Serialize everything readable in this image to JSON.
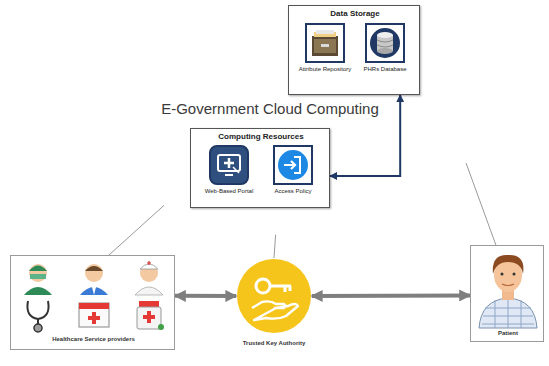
{
  "diagram": {
    "nodes": [
      {
        "text": [
          "E-Government Cloud Computing"
        ]
      },
      {
        "text": [
          "Data Storage"
        ],
        "in": 0
      },
      {
        "text": [
          "Attribute Repository"
        ],
        "in": 1
      },
      {
        "text": [
          "PHRs Database"
        ],
        "in": 1
      },
      {
        "text": [
          "Computing Resources"
        ],
        "in": 0
      },
      {
        "text": [
          "Web-Based Portal"
        ],
        "in": 4
      },
      {
        "text": [
          "Access Policy"
        ],
        "in": 4
      },
      {
        "text": [
          "Healthcare Service providers"
        ]
      },
      {
        "text": [
          "Trusted Key Authority"
        ]
      },
      {
        "text": [
          "Patient"
        ]
      }
    ],
    "edges": [
      {
        "from": 4,
        "to": 1,
        "arrow": "both"
      },
      {
        "from": 7,
        "to": 8,
        "arrow": "both"
      },
      {
        "from": 8,
        "to": 9,
        "arrow": "both"
      },
      {
        "from": 0,
        "to": 7,
        "arrow": "none"
      },
      {
        "from": 0,
        "to": 8,
        "arrow": "none"
      },
      {
        "from": 0,
        "to": 9,
        "arrow": "none"
      }
    ]
  }
}
